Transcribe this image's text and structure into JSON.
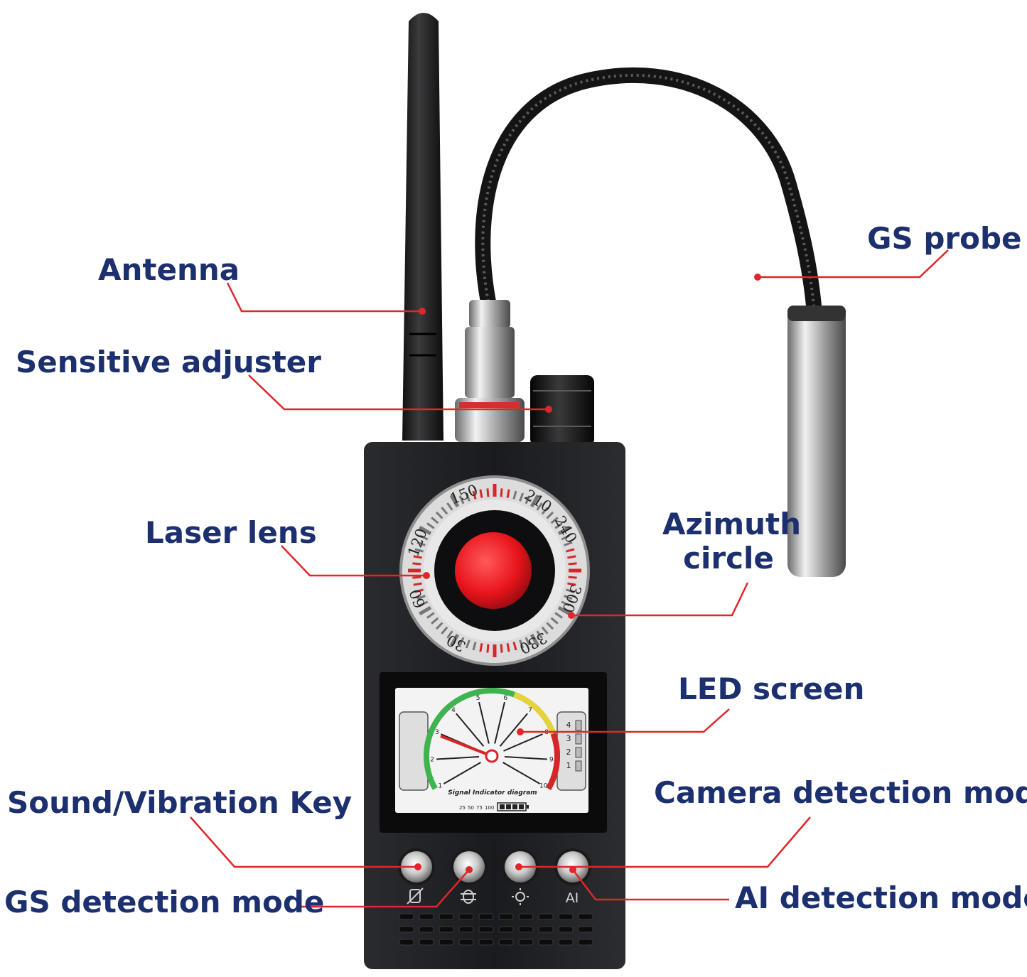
{
  "colors": {
    "label_text": "#1c2f6e",
    "leader_line": "#e0262a",
    "device_body": "#1b1c1f",
    "lens_red": "#e8151b"
  },
  "labels": {
    "antenna": "Antenna",
    "sensitive_adjuster": "Sensitive adjuster",
    "gs_probe": "GS probe",
    "laser_lens": "Laser lens",
    "azimuth_circle_1": "Azimuth",
    "azimuth_circle_2": "circle",
    "led_screen": "LED screen",
    "sound_vibration_key": "Sound/Vibration Key",
    "camera_detection_mode": "Camera detection mode",
    "gs_detection_mode": "GS detection mode",
    "ai_detection_mode": "AI detection mode"
  },
  "device": {
    "dial_ticks": [
      "150",
      "210",
      "240",
      "300",
      "330",
      "30",
      "60",
      "120"
    ],
    "screen_caption": "Signal Indicator diagram",
    "gauge_numbers": [
      "1",
      "2",
      "3",
      "4",
      "5",
      "6",
      "7",
      "8",
      "9",
      "10"
    ],
    "bar_numbers": [
      "4",
      "3",
      "2",
      "1"
    ],
    "percent_scale": [
      "25",
      "50",
      "75",
      "100"
    ],
    "ai_button_label": "AI",
    "icons": [
      "vibration-icon",
      "bug-icon",
      "light-icon",
      "ai-icon"
    ]
  }
}
